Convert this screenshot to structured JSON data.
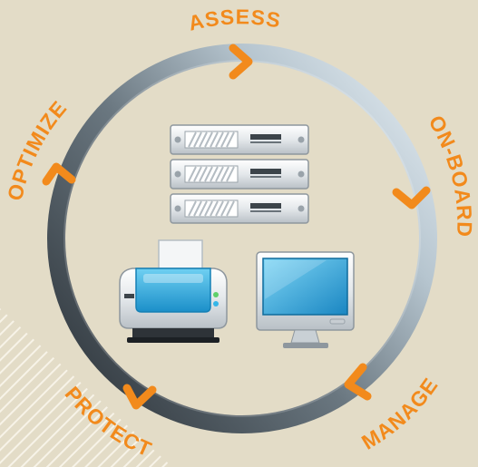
{
  "colors": {
    "background": "#e3dcc7",
    "accent": "#f28a1c",
    "ring_dark": "#3a4248",
    "ring_light": "#c9d6df",
    "screen_blue": "#2aa3dc"
  },
  "cycle": {
    "stages": [
      {
        "label": "ASSESS",
        "icon": "chevron-right-icon"
      },
      {
        "label": "ON-BOARD",
        "icon": "chevron-down-icon"
      },
      {
        "label": "MANAGE",
        "icon": "chevron-left-icon"
      },
      {
        "label": "PROTECT",
        "icon": "chevron-up-icon"
      },
      {
        "label": "OPTIMIZE",
        "icon": "chevron-up-icon"
      }
    ]
  },
  "devices": [
    {
      "name": "server-rack",
      "icon": "server-rack-icon",
      "units": 3
    },
    {
      "name": "printer",
      "icon": "printer-icon"
    },
    {
      "name": "monitor",
      "icon": "monitor-icon"
    }
  ]
}
